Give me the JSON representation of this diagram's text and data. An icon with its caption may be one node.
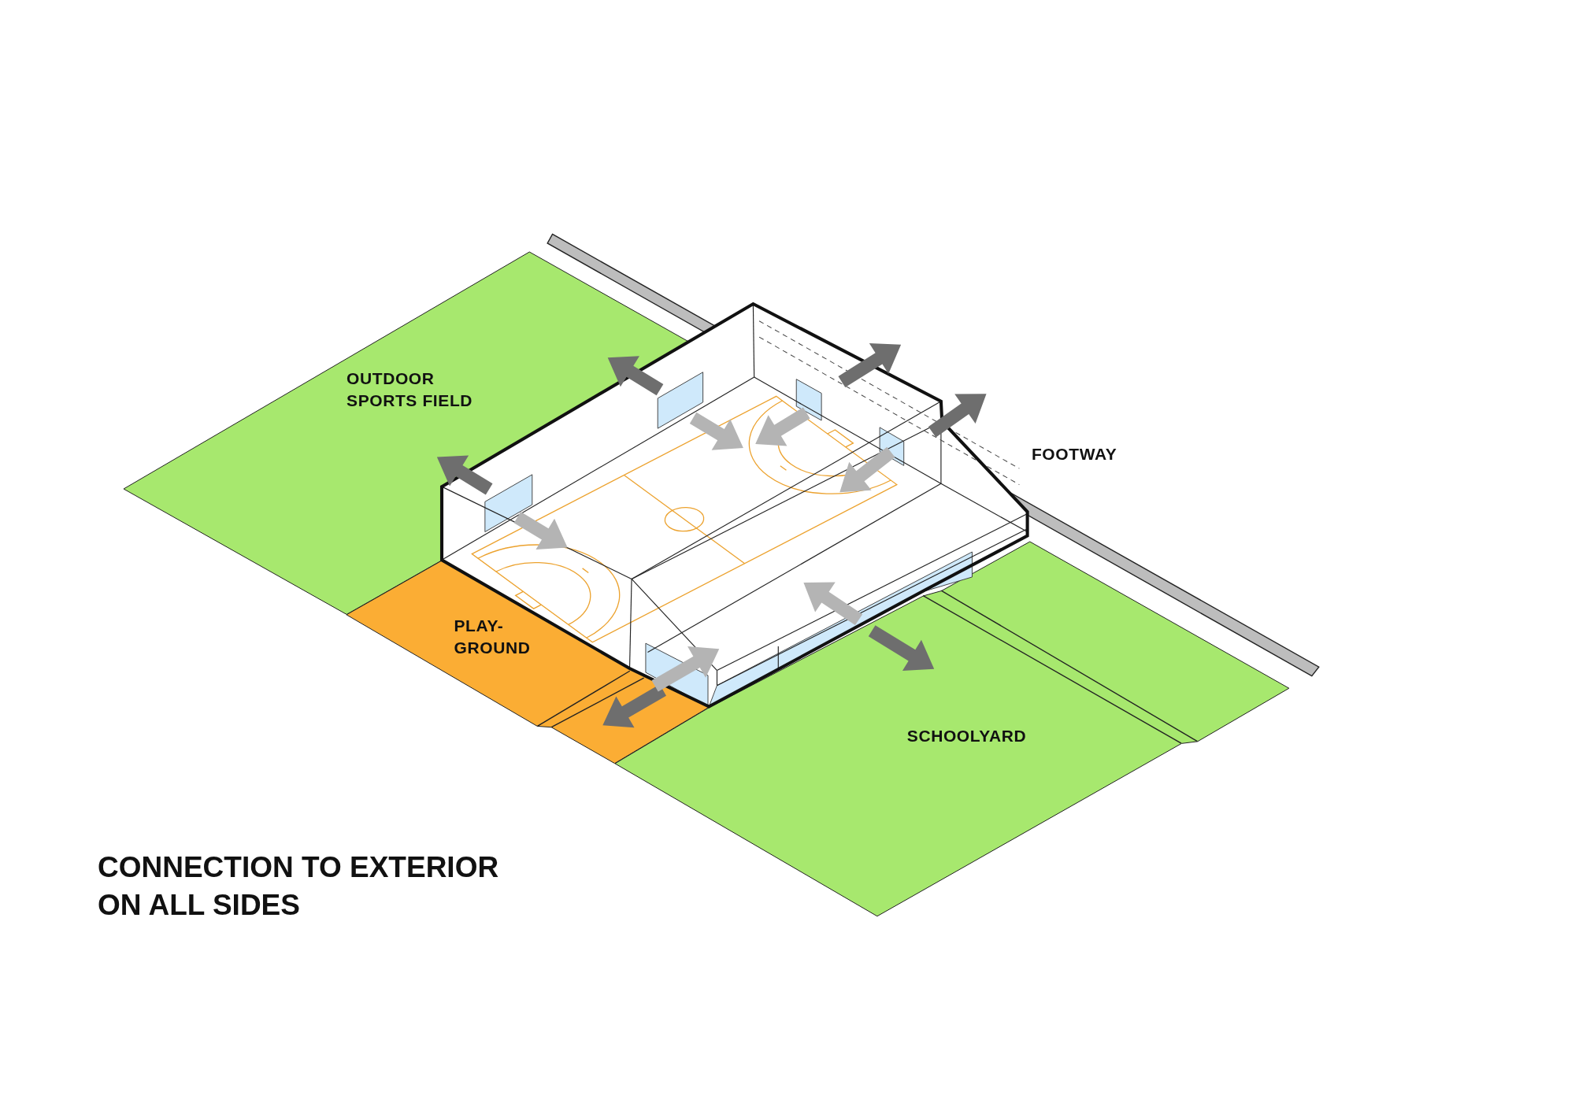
{
  "diagram": {
    "title": "CONNECTION TO EXTERIOR ON ALL SIDES",
    "nodes": [
      {
        "text": [
          "OUTDOOR SPORTS FIELD"
        ]
      },
      {
        "text": [],
        "shape": "box"
      },
      {
        "text": [
          "FOOTWAY"
        ]
      },
      {
        "text": [
          "PLAY- GROUND"
        ]
      },
      {
        "text": [
          "SCHOOLYARD"
        ]
      }
    ],
    "edges": [
      {
        "from": 1,
        "to": 2,
        "arrow": "to"
      },
      {
        "from": 1,
        "to": 4,
        "arrow": "to"
      },
      {
        "from": 1,
        "to": 3,
        "arrow": "to"
      },
      {
        "from": 0,
        "to": 1,
        "arrow": "to",
        "color": "#b4b4b4"
      },
      {
        "from": 0,
        "to": 1,
        "arrow": "to",
        "color": "#b4b4b4"
      },
      {
        "from": 4,
        "to": 1,
        "arrow": "to",
        "color": "#b4b4b4"
      },
      {
        "from": 3,
        "to": 1,
        "arrow": "to",
        "color": "#b4b4b4"
      }
    ]
  }
}
